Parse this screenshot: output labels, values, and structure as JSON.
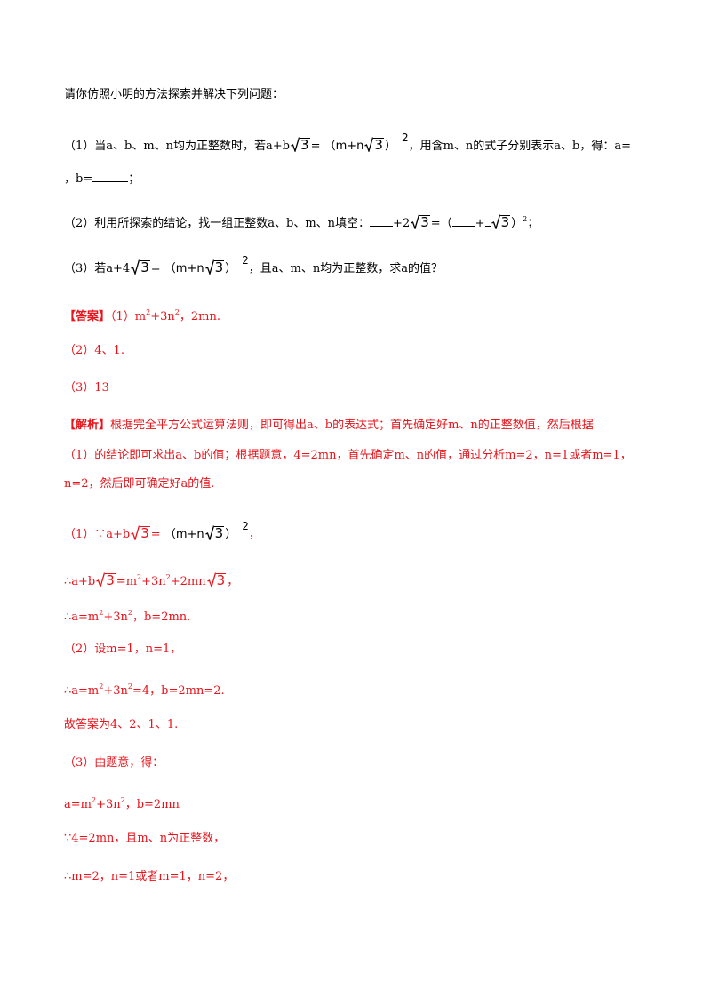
{
  "problem": {
    "intro": "请你仿照小明的方法探索并解决下列问题：",
    "q1": {
      "a": "（1）当a、b、m、n均为正整数时，若a+b",
      "r": "3",
      "b": "=",
      "c": "（m+n",
      "d": "）",
      "e": "2",
      "f": "，用含m、n的式子分别表示a、b，得：a=",
      "g": "，b=",
      "h": "；"
    },
    "q2": {
      "a": "（2）利用所探索的结论，找一组正整数a、b、m、n填空：",
      "b": "+2",
      "r": "3",
      "c": "=（",
      "d": "+",
      "e": "）",
      "f": "2",
      "g": "；"
    },
    "q3": {
      "a": "（3）若a+4",
      "r": "3",
      "b": "=",
      "c": "（m+n",
      "d": "）",
      "e": "2",
      "f": "，且a、m、n均为正整数，求a的值？"
    }
  },
  "answer": {
    "label": "【答案】",
    "l1a": "（1）m",
    "l1b": "2",
    "l1c": "+3n",
    "l1d": "2",
    "l1e": "，2mn.",
    "l2": "（2）4、1.",
    "l3": "（3）13"
  },
  "analysis": {
    "label": "【解析】",
    "p1": "根据完全平方公式运算法则，即可得出a、b的表达式；首先确定好m、n的正整数值，然后根据",
    "p2": "（1）的结论即可求出a、b的值；根据题意，4=2mn，首先确定m、n的值，通过分析m=2，n=1或者m=1，",
    "p3": "n=2，然后即可确定好a的值.",
    "s1a": "（1）∵a+b",
    "s1r": "3",
    "s1b": "=",
    "s1c": "（m+n",
    "s1d": "）",
    "s1e": "2",
    "s1f": "，",
    "s2a": "∴a+b",
    "s2r": "3",
    "s2b": "=m",
    "s2c": "2",
    "s2d": "+3n",
    "s2e": "2",
    "s2f": "+2mn",
    "s2r2": "3",
    "s2g": "，",
    "s3a": "∴a=m",
    "s3b": "2",
    "s3c": "+3n",
    "s3d": "2",
    "s3e": "，b=2mn.",
    "s4": "（2）设m=1，n=1，",
    "s5a": "∴a=m",
    "s5b": "2",
    "s5c": "+3n",
    "s5d": "2",
    "s5e": "=4，b=2mn=2.",
    "s6": "故答案为4、2、1、1.",
    "s7": "（3）由题意，得：",
    "s8a": "a=m",
    "s8b": "2",
    "s8c": "+3n",
    "s8d": "2",
    "s8e": "，b=2mn",
    "s9": "∵4=2mn，且m、n为正整数，",
    "s10": "∴m=2，n=1或者m=1，n=2，"
  }
}
